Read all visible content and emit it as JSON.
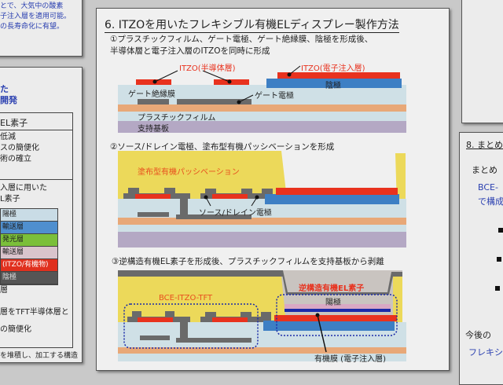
{
  "left_top": {
    "lines": [
      "とで、大気中の酸素",
      "子注入層を適用可能。",
      "の長寿命化に有望。"
    ]
  },
  "left_panel": {
    "heading": [
      "た",
      "開発"
    ],
    "row1": "EL素子",
    "row2": [
      "低減",
      "スの簡便化",
      "術の確立"
    ],
    "row3": [
      "入層に用いた",
      "L素子"
    ],
    "legend": [
      {
        "label": "陽極",
        "color": "#c9dce6"
      },
      {
        "label": "輸送層",
        "color": "#4f8fcf"
      },
      {
        "label": "発光層",
        "color": "#7bbf3a"
      },
      {
        "label": "輸送層",
        "color": "#d9c4cc"
      },
      {
        "label": "(ITZO/有機物)",
        "color": "#e0301e"
      },
      {
        "label": "陰極",
        "color": "#555555"
      }
    ],
    "after": [
      "層",
      "層をTFT半導体層と",
      "の簡便化"
    ],
    "footer": "を堆積し、加工する構造"
  },
  "main": {
    "title": "6. ITZOを用いたフレキシブル有機ELディスプレー製作方法",
    "step1": {
      "text": [
        "①プラスチックフィルム、ゲート電極、ゲート絶縁膜、陰極を形成後、",
        "半導体層と電子注入層のITZOを同時に形成"
      ],
      "labels": {
        "itzo_semi": "ITZO(半導体層)",
        "itzo_inj": "ITZO(電子注入層)",
        "cathode": "陰極",
        "gate_insulator": "ゲート絶縁膜",
        "gate_electrode": "ゲート電極",
        "plastic": "プラスチックフィルム",
        "support": "支持基板"
      }
    },
    "step2": {
      "text": "②ソース/ドレイン電極、塗布型有機パッシベーションを形成",
      "labels": {
        "passivation": "塗布型有機パッシベーション",
        "source_drain": "ソース/ドレイン電極"
      }
    },
    "step3": {
      "text": "③逆構造有機EL素子を形成後、プラスチックフィルムを支持基板から剥離",
      "labels": {
        "tft": "BCE-ITZO-TFT",
        "oled": "逆構造有機EL素子",
        "anode": "陽極",
        "organic": "有機膜 (電子注入層)"
      }
    }
  },
  "right_panel": {
    "title": "8. まとめ",
    "summary": "まとめ",
    "blue1": "BCE-",
    "blue2": "で構成",
    "future": "今後の",
    "future_blue": "フレキシ"
  },
  "colors": {
    "red": "#e8321e",
    "blue": "#3d7fc4",
    "lightblue": "#cfe0e6",
    "orange": "#e8a878",
    "purple": "#b4a8c4",
    "yellow": "#ecd95a",
    "gray": "#6a6a6a"
  }
}
